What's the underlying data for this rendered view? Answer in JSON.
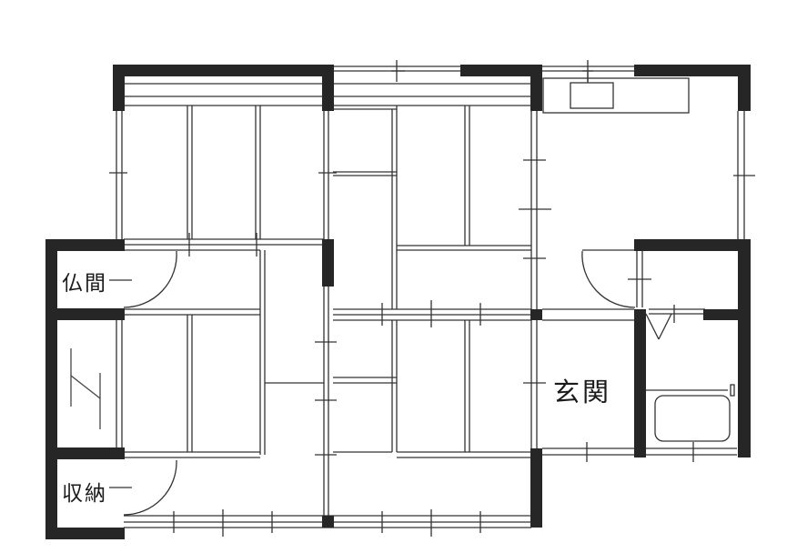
{
  "diagram": {
    "type": "floor-plan",
    "colors": {
      "wall": "#262626",
      "line": "#333333",
      "background": "#ffffff"
    },
    "rooms": [
      {
        "id": "butsuma",
        "label": "仏間"
      },
      {
        "id": "storage",
        "label": "収納"
      },
      {
        "id": "genkan",
        "label": "玄関"
      }
    ],
    "fixtures": [
      {
        "id": "kitchen-counter",
        "icon": "kitchen-counter-sink"
      },
      {
        "id": "bathtub",
        "icon": "bathtub"
      },
      {
        "id": "closet-symbol",
        "icon": "closet-z-symbol"
      }
    ]
  }
}
